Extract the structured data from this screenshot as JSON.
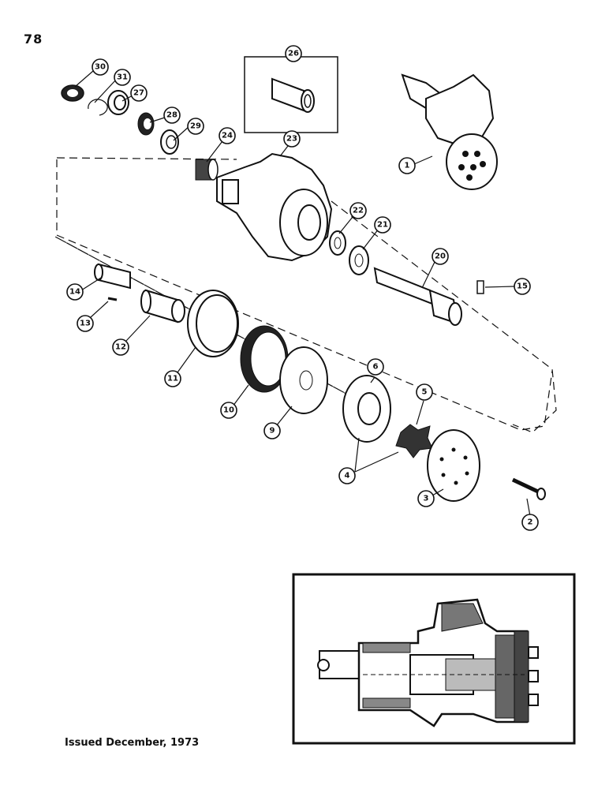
{
  "page_number": "78",
  "issued": "Issued December, 1973",
  "callouts": {
    "c1": "1",
    "c2": "2",
    "c3": "3",
    "c4": "4",
    "c5": "5",
    "c6": "6",
    "c9": "9",
    "c10": "10",
    "c11": "11",
    "c12": "12",
    "c13": "13",
    "c14": "14",
    "c15": "15",
    "c20": "20",
    "c21": "21",
    "c22": "22",
    "c23": "23",
    "c24": "24",
    "c26": "26",
    "c27": "27",
    "c28": "28",
    "c29": "29",
    "c30": "30",
    "c31": "31"
  }
}
